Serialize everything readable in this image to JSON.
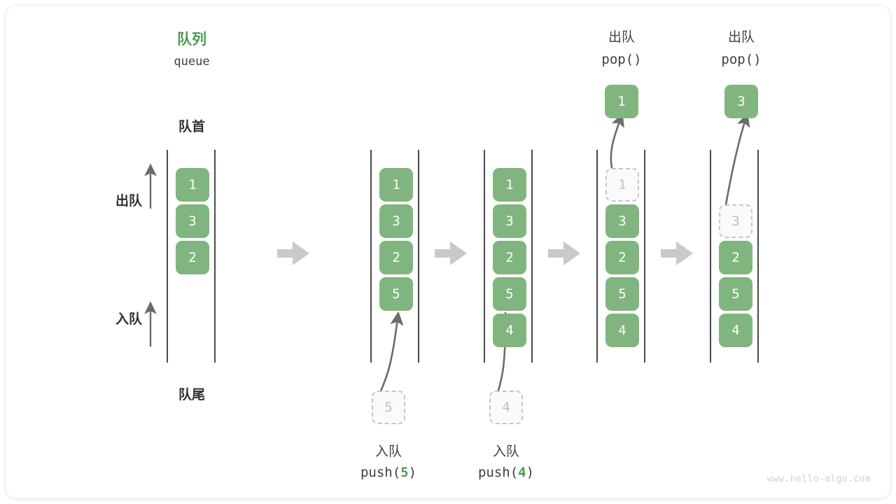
{
  "header": {
    "title_cn": "队列",
    "title_en": "queue",
    "front_label": "队首",
    "rear_label": "队尾"
  },
  "side_labels": {
    "dequeue": "出队",
    "enqueue": "入队"
  },
  "colors": {
    "tile_fill": "#80b57f",
    "tile_text": "#ffffff",
    "ghost_fill": "#fafafa",
    "ghost_border": "#c6c6c6",
    "ghost_text": "#c0c0c0",
    "accent_green": "#4e9a51",
    "rail": "#4a4a4a",
    "arrow": "#6b6b6b",
    "block_arrow": "#c9c9c9",
    "card_bg": "#ffffff",
    "watermark": "#d2d2d2"
  },
  "stages": [
    {
      "id": "stage-initial",
      "items": [
        "1",
        "3",
        "2"
      ],
      "ghost_index": null,
      "empty_slots_top": 0,
      "caption_cn": "",
      "caption_code": "",
      "popped_value": null,
      "pushed_ghost": null
    },
    {
      "id": "stage-push-5",
      "items": [
        "1",
        "3",
        "2",
        "5"
      ],
      "ghost_index": null,
      "empty_slots_top": 0,
      "caption_cn": "入队",
      "caption_code": "push(5)",
      "caption_code_prefix": "push(",
      "caption_code_num": "5",
      "caption_code_suffix": ")",
      "popped_value": null,
      "pushed_ghost": "5"
    },
    {
      "id": "stage-push-4",
      "items": [
        "1",
        "3",
        "2",
        "5",
        "4"
      ],
      "ghost_index": null,
      "empty_slots_top": 0,
      "caption_cn": "入队",
      "caption_code": "push(4)",
      "caption_code_prefix": "push(",
      "caption_code_num": "4",
      "caption_code_suffix": ")",
      "popped_value": null,
      "pushed_ghost": "4"
    },
    {
      "id": "stage-pop-1",
      "items": [
        "1",
        "3",
        "2",
        "5",
        "4"
      ],
      "ghost_index": 0,
      "empty_slots_top": 0,
      "caption_cn": "出队",
      "caption_code": "pop()",
      "popped_value": "1",
      "pushed_ghost": null
    },
    {
      "id": "stage-pop-3",
      "items": [
        "3",
        "2",
        "5",
        "4"
      ],
      "ghost_index": 0,
      "empty_slots_top": 1,
      "caption_cn": "出队",
      "caption_code": "pop()",
      "popped_value": "3",
      "pushed_ghost": null
    }
  ],
  "footer": {
    "watermark": "www.hello-algo.com"
  }
}
